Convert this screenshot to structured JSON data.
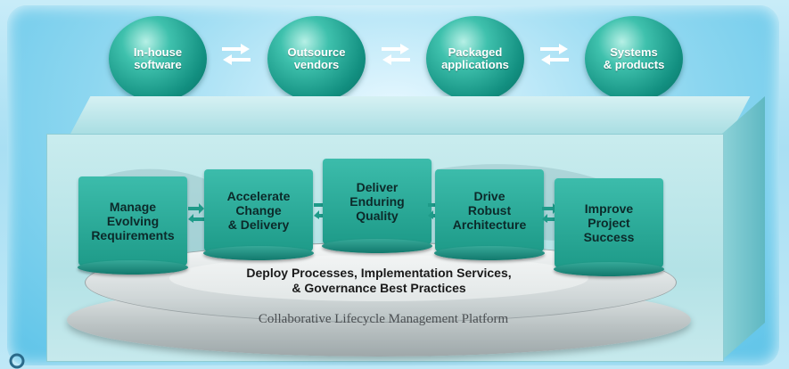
{
  "top_nodes": [
    {
      "label": "In-house\nsoftware"
    },
    {
      "label": "Outsource\nvendors"
    },
    {
      "label": "Packaged\napplications"
    },
    {
      "label": "Systems\n& products"
    }
  ],
  "process_steps": [
    {
      "label": "Manage\nEvolving\nRequirements"
    },
    {
      "label": "Accelerate\nChange\n& Delivery"
    },
    {
      "label": "Deliver\nEnduring\nQuality"
    },
    {
      "label": "Drive\nRobust\nArchitecture"
    },
    {
      "label": "Improve\nProject\nSuccess"
    }
  ],
  "platform": {
    "services_text": "Deploy Processes, Implementation Services,\n& Governance Best Practices",
    "label": "Collaborative Lifecycle Management Platform"
  },
  "colors": {
    "sphere": "#128f80",
    "process_box": "#2aaa98",
    "arrow": "#ffffff",
    "background": "#a9dff3"
  },
  "icons": {
    "exchange_arrows": "double-arrow-icon",
    "process_swap": "swap-arrows-icon"
  }
}
